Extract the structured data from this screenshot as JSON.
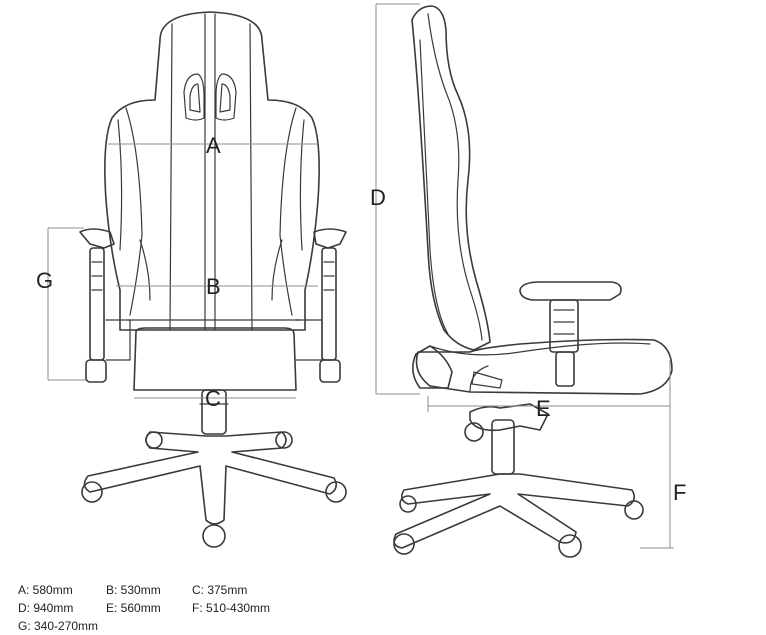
{
  "labels": {
    "a": "A",
    "b": "B",
    "c": "C",
    "d": "D",
    "e": "E",
    "f": "F",
    "g": "G"
  },
  "specs": [
    [
      "A: 580mm",
      "B: 530mm",
      "C: 375mm"
    ],
    [
      "D: 940mm",
      "E: 560mm",
      "F: 510-430mm"
    ],
    [
      "G: 340-270mm"
    ]
  ]
}
